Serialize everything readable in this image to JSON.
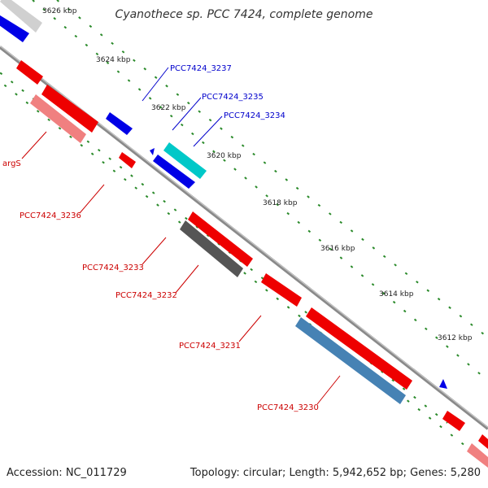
{
  "title": "Cyanothece sp. PCC 7424, complete genome",
  "footer": {
    "accession": "Accession: NC_011729",
    "topology": "Topology: circular; Length: 5,942,652 bp; Genes: 5,280"
  },
  "colors": {
    "forward_gene": "#ff0000",
    "reverse_gene": "#0000ee",
    "gray_feature": "#555555",
    "teal_feature": "#00c8c8",
    "steel_feature": "#4682b4",
    "pink_feature": "#f08080",
    "backbone": "#888888",
    "tick": "#008000",
    "forward_label": "#cc0000",
    "reverse_label": "#0000cc"
  },
  "ticks": [
    "3626 kbp",
    "3624 kbp",
    "3622 kbp",
    "3620 kbp",
    "3618 kbp",
    "3616 kbp",
    "3614 kbp",
    "3612 kbp"
  ],
  "labels": {
    "reverse": [
      "PCC7424_3237",
      "PCC7424_3235",
      "PCC7424_3234"
    ],
    "forward": [
      "argS",
      "PCC7424_3236",
      "PCC7424_3233",
      "PCC7424_3232",
      "PCC7424_3231",
      "PCC7424_3230"
    ]
  }
}
